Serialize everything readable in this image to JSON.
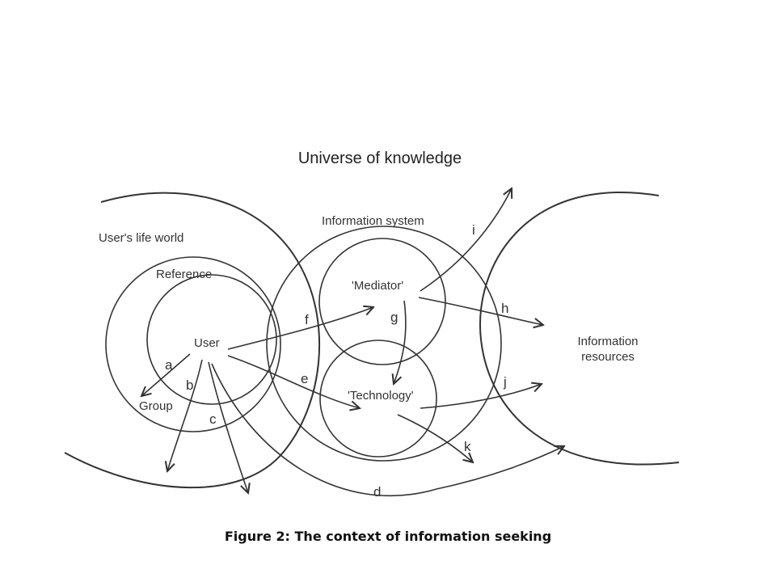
{
  "diagram": {
    "title": "Universe of knowledge",
    "regions": {
      "life_world": "User's life world",
      "reference": "Reference",
      "user": "User",
      "group": "Group",
      "information_system": "Information system",
      "mediator": "'Mediator'",
      "technology": "'Technology'",
      "information_resources_line1": "Information",
      "information_resources_line2": "resources"
    },
    "arrows": {
      "a": "a",
      "b": "b",
      "c": "c",
      "d": "d",
      "e": "e",
      "f": "f",
      "g": "g",
      "h": "h",
      "i": "i",
      "j": "j",
      "k": "k"
    },
    "caption": "Figure 2: The context of information seeking"
  }
}
